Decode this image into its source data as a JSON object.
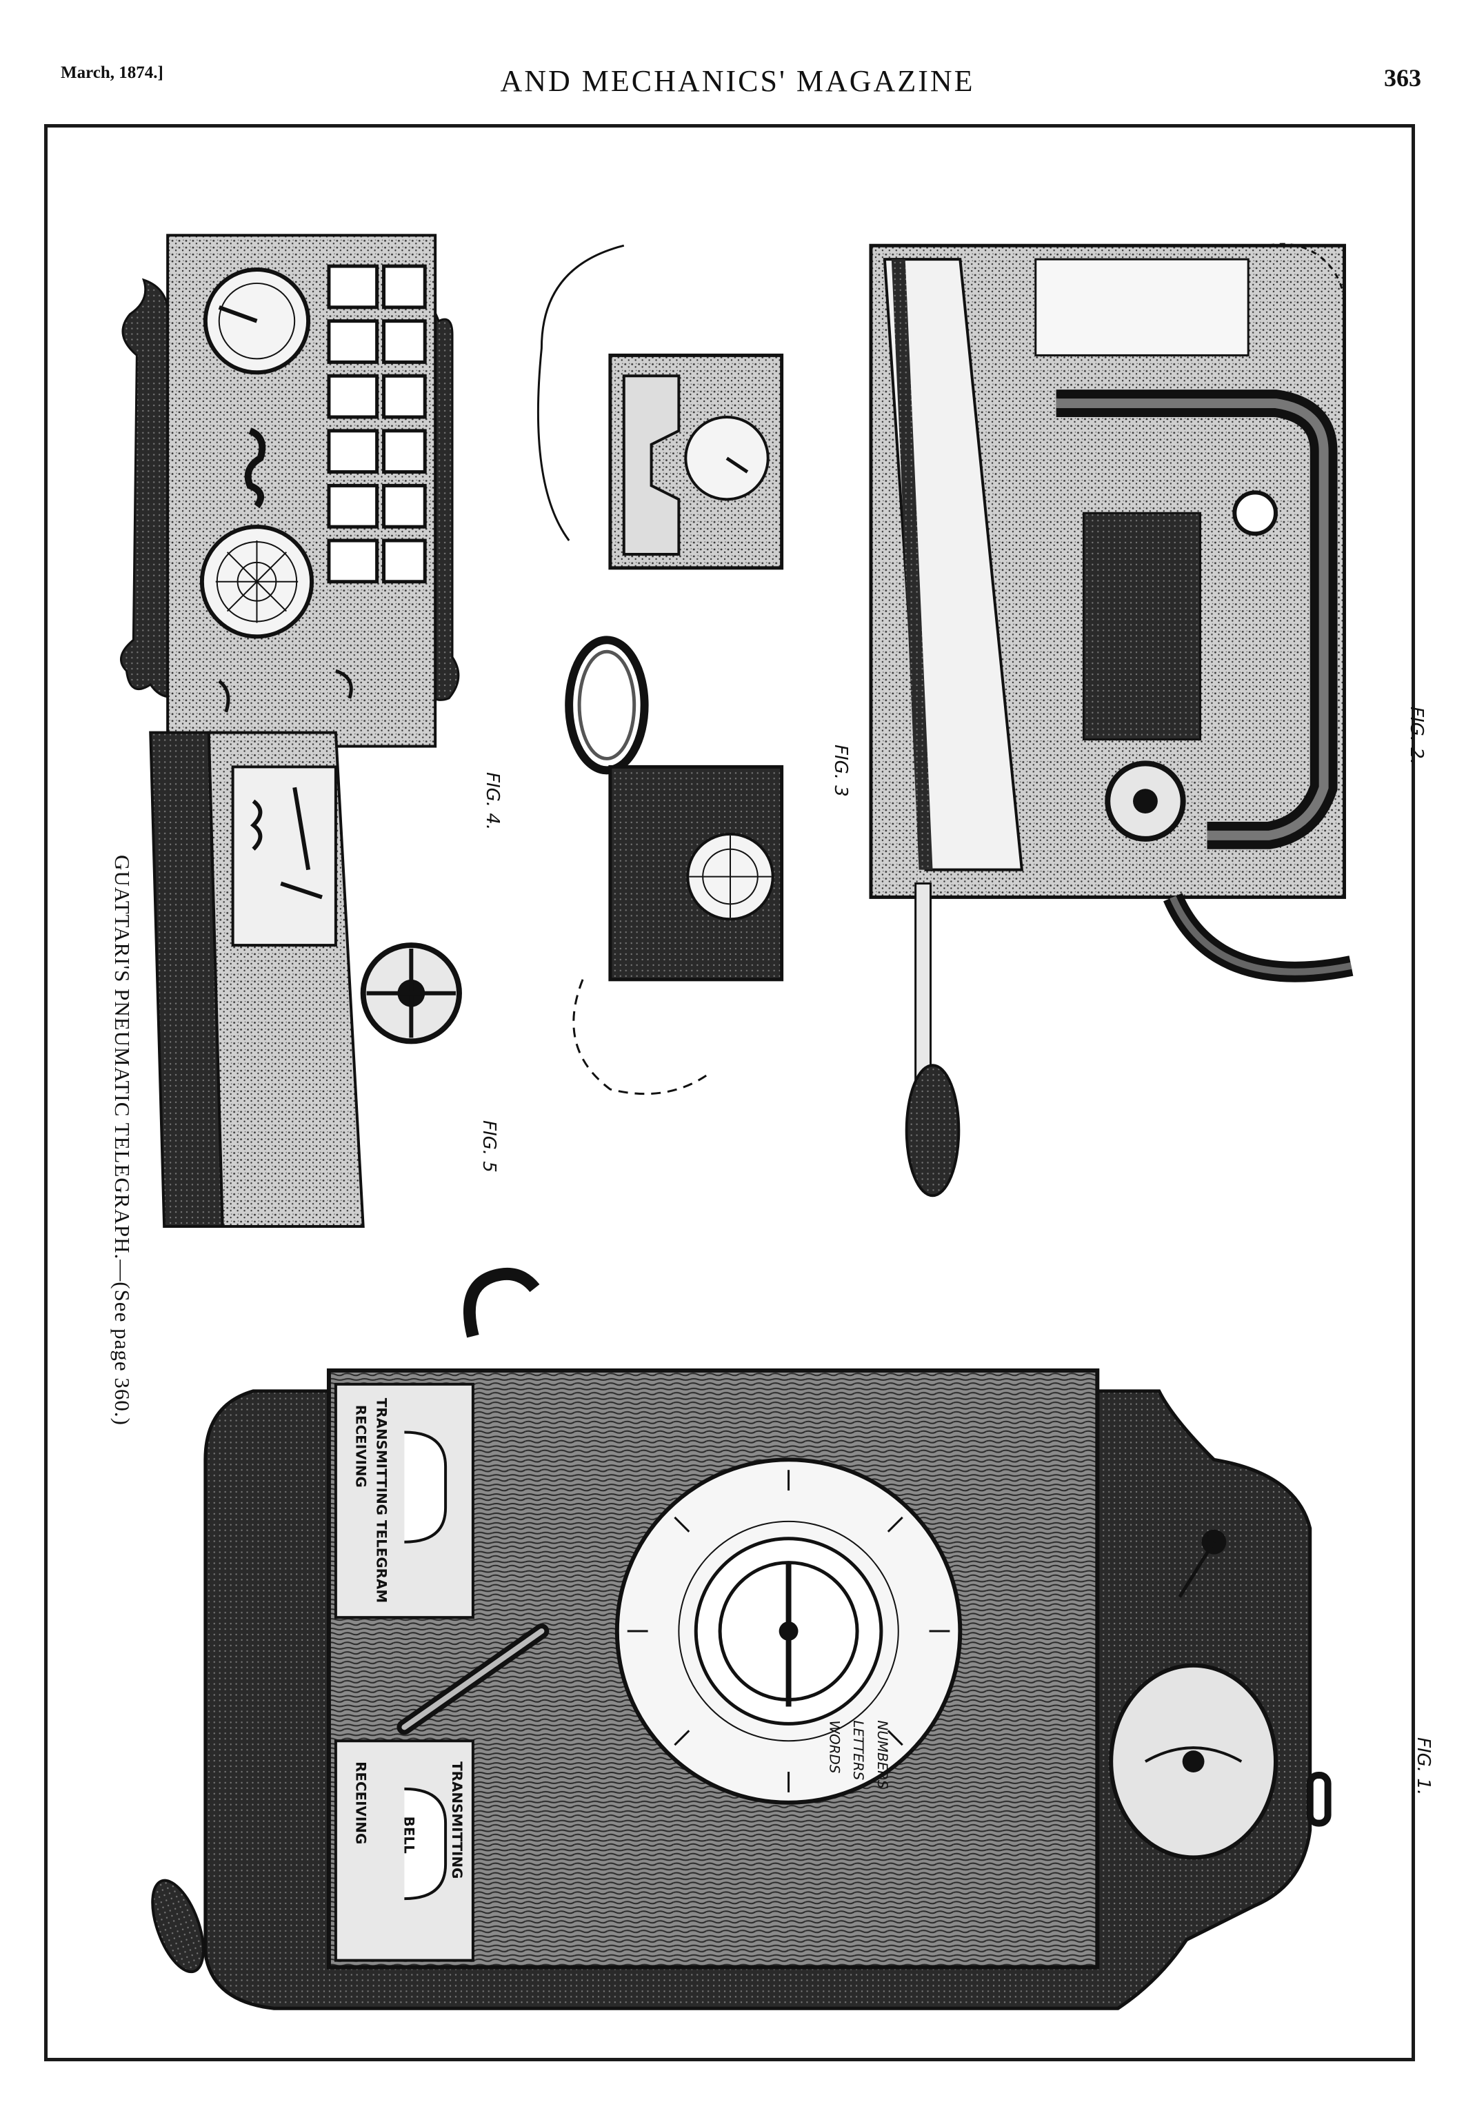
{
  "header": {
    "left": "March, 1874.]",
    "center": "AND MECHANICS' MAGAZINE",
    "page_number": "363"
  },
  "plate": {
    "caption": "GUATTARI'S PNEUMATIC TELEGRAPH.—(See page 360.)",
    "figure_labels": {
      "fig1": "FIG. 1.",
      "fig2": "FIG. 2.",
      "fig3": "FIG. 3",
      "fig4": "FIG. 4.",
      "fig5": "FIG. 5"
    },
    "fig1_panel_labels": {
      "transmitting_telegram": "TRANSMITTING TELEGRAM",
      "receiving_telegram": "RECEIVING",
      "transmitting_bell": "TRANSMITTING",
      "bell": "BELL",
      "receiving_bell": "RECEIVING"
    },
    "fig1_dial_labels": [
      "WORDS",
      "LETTERS",
      "NUMBERS"
    ]
  },
  "colors": {
    "ink": "#111111",
    "paper": "#ffffff",
    "wood_dark": "#3a3a3a",
    "wood_mid": "#7a7a7a"
  }
}
